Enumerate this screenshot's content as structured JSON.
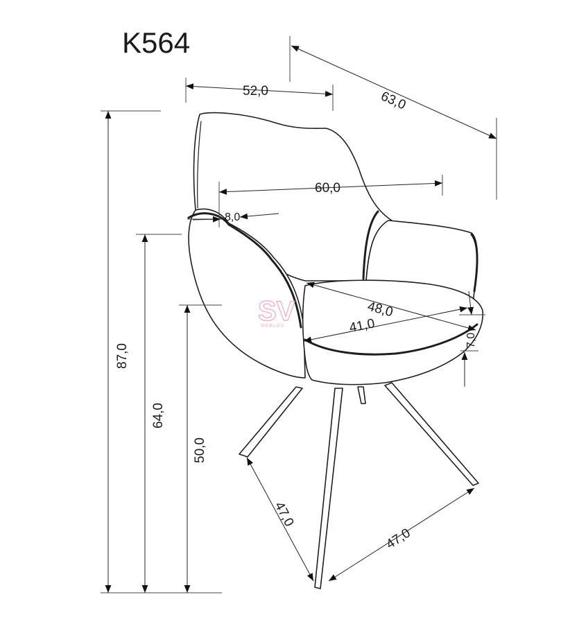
{
  "model": "K564",
  "watermark": {
    "logo": "SV",
    "text": "MEBLES"
  },
  "dimensions": {
    "depth": "63,0",
    "width": "52,0",
    "inner_width": "60,0",
    "armrest_width": "8,0",
    "seat_depth": "48,0",
    "seat_width": "41,0",
    "seat_thickness": "7,0",
    "total_height": "87,0",
    "armrest_height": "64,0",
    "seat_height": "50,0",
    "base_side": "47,0",
    "base_front": "47,0"
  }
}
